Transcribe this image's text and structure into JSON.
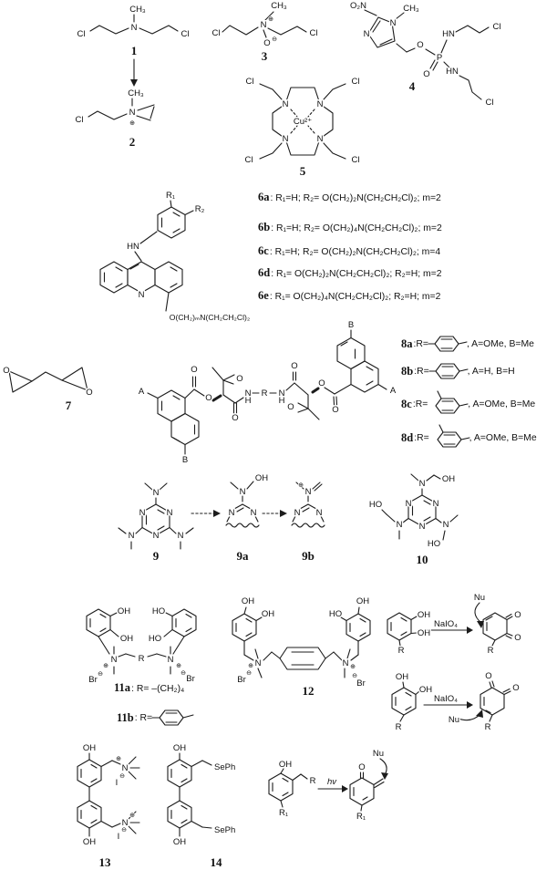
{
  "page": {
    "background": "#ffffff",
    "ink": "#1c1c1c"
  },
  "atoms": {
    "Cl": "Cl",
    "N": "N",
    "O": "O",
    "P": "P",
    "H": "H",
    "OH": "OH",
    "HO": "HO",
    "HN": "HN",
    "CH3": "CH₃",
    "O2N": "O₂N",
    "Cu": "Cu²⁺",
    "Br": "Br",
    "I": "I",
    "SePh": "SePh",
    "Nu": "Nu",
    "NaIO4": "NaIO₄",
    "hv": "hv",
    "R": "R",
    "R1": "R₁",
    "R2": "R₂",
    "A": "A",
    "B": "B",
    "plus": "⊕",
    "minus": "⊖",
    "acrChain": "O(CH₂)ₘN(CH₂CH₂Cl)₂"
  },
  "labels": {
    "c1": "1",
    "c2": "2",
    "c3": "3",
    "c4": "4",
    "c5": "5",
    "c7": "7",
    "c9": "9",
    "c9a": "9a",
    "c9b": "9b",
    "c10": "10",
    "c12": "12",
    "c13": "13",
    "c14": "14"
  },
  "rows6": [
    {
      "id": "6a",
      "text": ":  R₁=H;  R₂= O(CH₂)₂N(CH₂CH₂Cl)₂;  m=2"
    },
    {
      "id": "6b",
      "text": ":  R₁=H;  R₂= O(CH₂)₄N(CH₂CH₂Cl)₂;  m=2"
    },
    {
      "id": "6c",
      "text": ":  R₁=H;  R₂= O(CH₂)₂N(CH₂CH₂Cl)₂;  m=4"
    },
    {
      "id": "6d",
      "text": ":  R₁= O(CH₂)₂N(CH₂CH₂Cl)₂;  R₂=H;  m=2"
    },
    {
      "id": "6e",
      "text": ":  R₁= O(CH₂)₄N(CH₂CH₂Cl)₂;  R₂=H;  m=2"
    }
  ],
  "rows8": [
    {
      "id": "8a",
      "pre": ":R=",
      "suf": ", A=OMe, B=Me"
    },
    {
      "id": "8b",
      "pre": ":R=",
      "suf": ", A=H, B=H"
    },
    {
      "id": "8c",
      "pre": ":R=",
      "suf": ", A=OMe, B=Me"
    },
    {
      "id": "8d",
      "pre": ":R=",
      "suf": ", A=OMe, B=Me"
    }
  ],
  "rows11": [
    {
      "id": "11a",
      "text": ": R= –(CH₂)₄"
    },
    {
      "id": "11b",
      "text": ": R="
    }
  ]
}
